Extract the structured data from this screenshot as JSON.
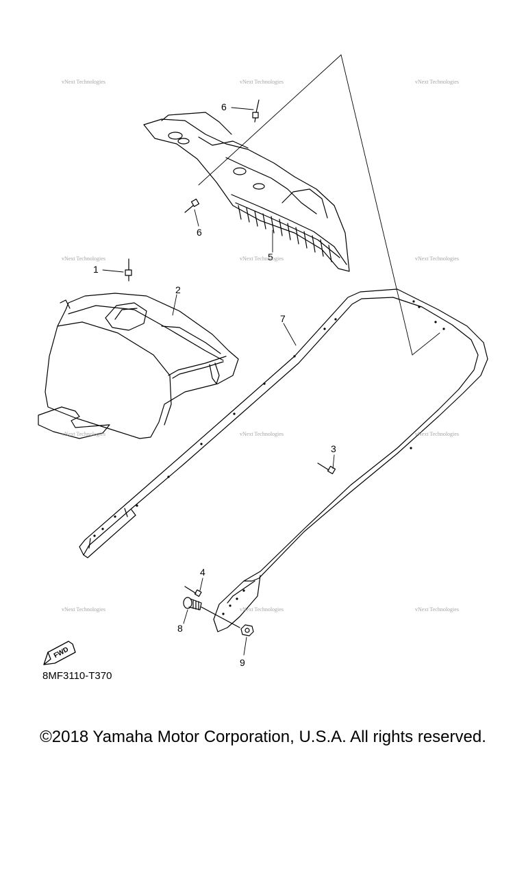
{
  "diagram": {
    "callouts": [
      "1",
      "2",
      "3",
      "4",
      "5",
      "6",
      "6",
      "7",
      "8",
      "9"
    ],
    "fwd_label": "FWD",
    "part_code": "8MF3110-T370",
    "watermark": "vNext Technologies"
  },
  "footer": {
    "copyright": "©2018 Yamaha Motor Corporation, U.S.A. All rights reserved."
  }
}
